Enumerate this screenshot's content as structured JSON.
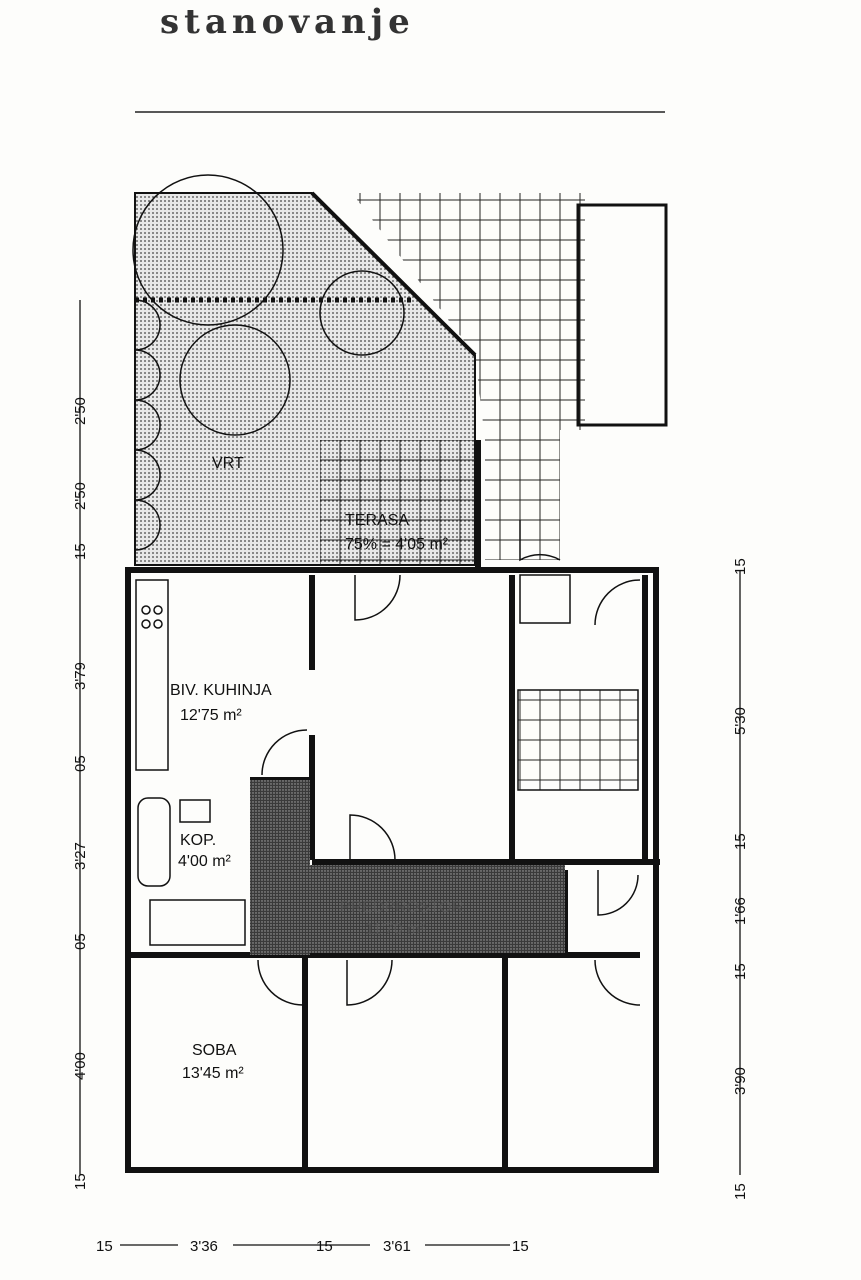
{
  "header": {
    "title": "stanovanje",
    "subtitle": ""
  },
  "rooms": {
    "garden": {
      "name": "VRT"
    },
    "terrace": {
      "name": "TERASA",
      "area": "75% = 4'05 m²"
    },
    "kitchen": {
      "name": "BIV. KUHINJA",
      "area": "12'75 m²"
    },
    "bathroom": {
      "name": "KOP.",
      "area": "4'00 m²"
    },
    "hall": {
      "name": "PREDPROSTOR",
      "area": "11'70 m²"
    },
    "room": {
      "name": "SOBA",
      "area": "13'45 m²"
    }
  },
  "dimensions": {
    "left": [
      "2'50",
      "2'50",
      "15",
      "3'79",
      "05",
      "3'27",
      "05",
      "4'00",
      "15"
    ],
    "right": [
      "15",
      "5'30",
      "15",
      "1'66",
      "15",
      "3'90",
      "15"
    ],
    "bottom": [
      "15",
      "3'36",
      "15",
      "3'61",
      "15"
    ]
  }
}
